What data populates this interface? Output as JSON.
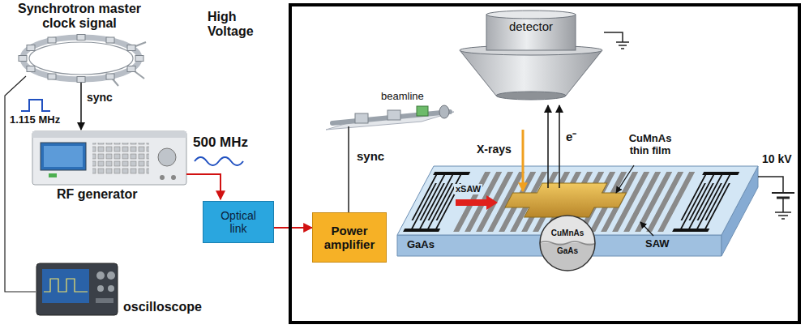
{
  "diagram": {
    "nodes": [
      {
        "text": [
          "High Voltage"
        ]
      },
      {
        "text": [
          "Optical link"
        ]
      },
      {
        "text": [
          "Power amplifier"
        ],
        "in": 0
      },
      {
        "text": [
          "detector"
        ],
        "in": 0
      }
    ],
    "edges": [
      {
        "from": 1,
        "to": 2,
        "arrow": "to"
      }
    ],
    "labels": [
      "Synchrotron master clock signal",
      "1.115 MHz",
      "sync",
      "RF generator",
      "oscilloscope",
      "500 MHz",
      "beamline",
      "sync",
      "X-rays",
      "e⁻",
      "CuMnAs thin film",
      "xSAW",
      "CuMnAs",
      "GaAs",
      "SAW",
      "10 kV",
      "GaAs"
    ]
  }
}
